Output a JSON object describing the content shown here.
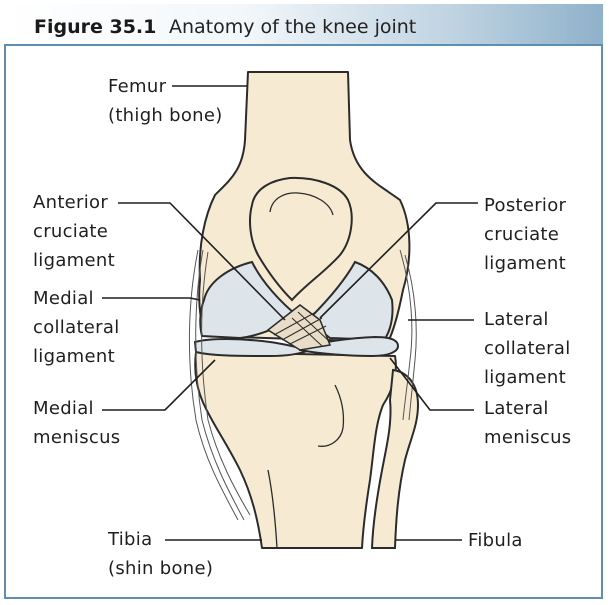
{
  "figure": {
    "number": "Figure 35.1",
    "title": "Anatomy of the knee joint"
  },
  "labels": {
    "femur": [
      "Femur",
      "(thigh bone)"
    ],
    "acl": [
      "Anterior",
      "cruciate",
      "ligament"
    ],
    "pcl": [
      "Posterior",
      "cruciate",
      "ligament"
    ],
    "mcl": [
      "Medial",
      "collateral",
      "ligament"
    ],
    "lcl": [
      "Lateral",
      "collateral",
      "ligament"
    ],
    "medial_meniscus": [
      "Medial",
      "meniscus"
    ],
    "lateral_meniscus": [
      "Lateral",
      "meniscus"
    ],
    "tibia": [
      "Tibia",
      "(shin bone)"
    ],
    "fibula": [
      "Fibula"
    ]
  },
  "colors": {
    "frame": "#5e8fb0",
    "bone": "#f7ead2",
    "cartilage": "#dde5ea",
    "outline": "#2b2b2b"
  }
}
